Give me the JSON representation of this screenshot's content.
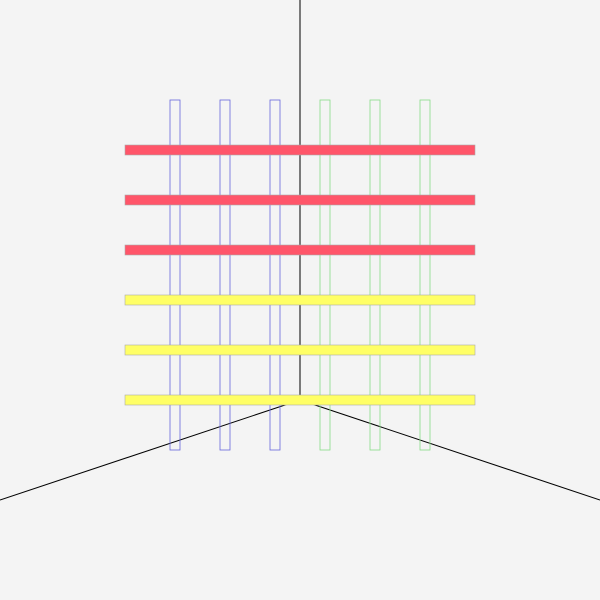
{
  "colors": {
    "background": "#f4f4f4",
    "axis": "#000000",
    "horizontal_bar_top": "#ff5569",
    "horizontal_bar_bottom": "#ffff66",
    "vertical_bar_left": "#6666dd",
    "vertical_bar_right": "#88dd88",
    "bar_stroke": "#aaaaaa"
  },
  "grid": {
    "horizontal_bars": [
      {
        "group": "top",
        "index": 0
      },
      {
        "group": "top",
        "index": 1
      },
      {
        "group": "top",
        "index": 2
      },
      {
        "group": "bottom",
        "index": 3
      },
      {
        "group": "bottom",
        "index": 4
      },
      {
        "group": "bottom",
        "index": 5
      }
    ],
    "vertical_bars": [
      {
        "group": "left",
        "index": 0
      },
      {
        "group": "left",
        "index": 1
      },
      {
        "group": "left",
        "index": 2
      },
      {
        "group": "right",
        "index": 3
      },
      {
        "group": "right",
        "index": 4
      },
      {
        "group": "right",
        "index": 5
      }
    ]
  }
}
